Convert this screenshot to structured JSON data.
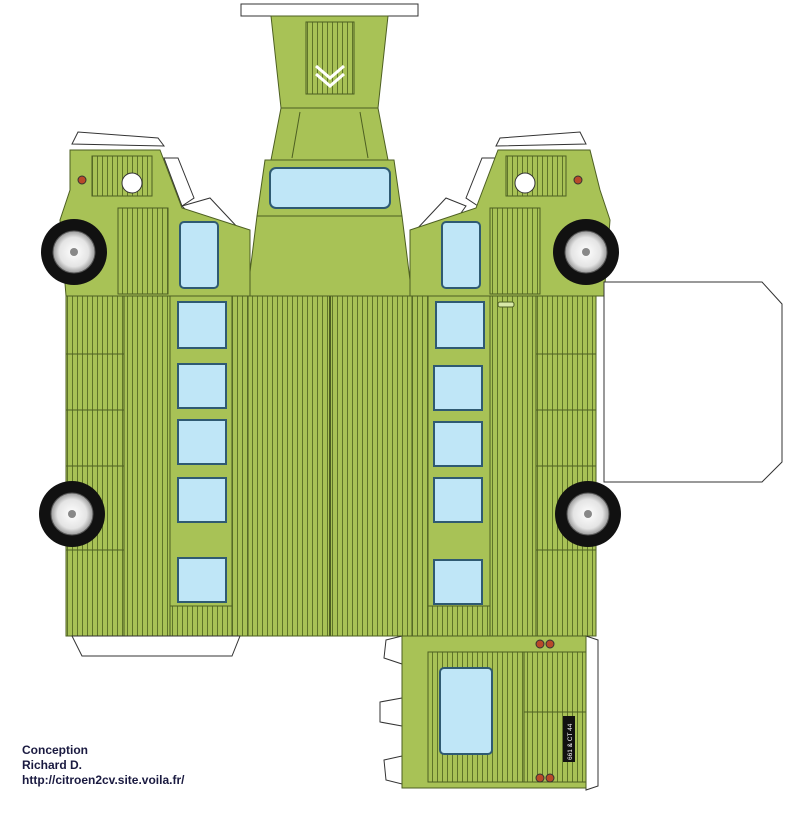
{
  "colors": {
    "body": "#a8c256",
    "body_dark": "#8ea640",
    "line": "#4d5f22",
    "window": "#bfe6f7",
    "window_edge": "#2f5a72",
    "tire": "#111111",
    "tab": "#ffffff",
    "light": "#b84a2a"
  },
  "plate": {
    "text": "661 & CT 44"
  },
  "credits": {
    "line1": "Conception",
    "line2": "Richard D.",
    "line3": "http://citroen2cv.site.voila.fr/"
  }
}
